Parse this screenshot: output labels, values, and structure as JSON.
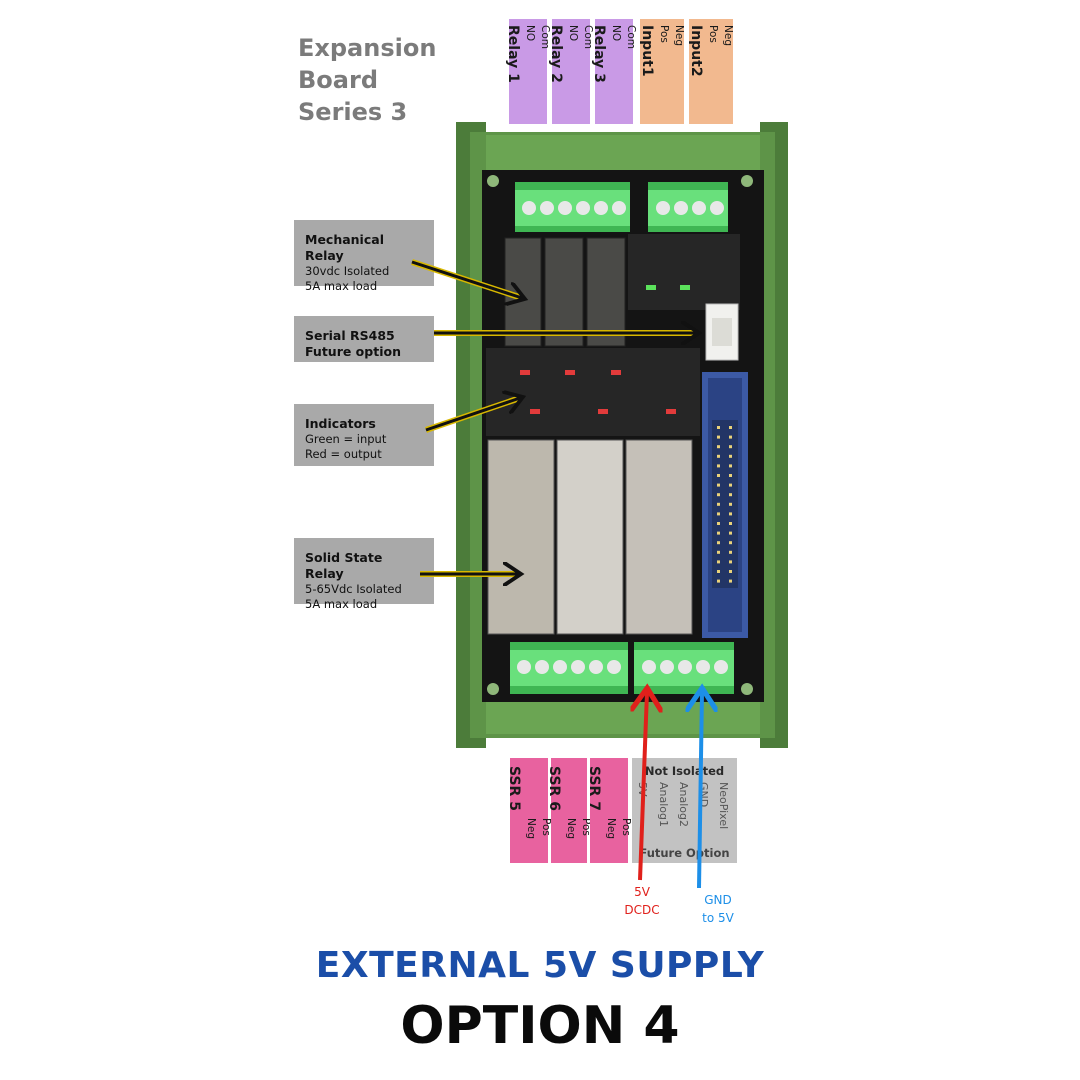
{
  "title_lines": [
    "Expansion",
    "Board",
    "Series 3"
  ],
  "top_terminals": [
    {
      "name": "Relay 1",
      "pins": [
        "NO",
        "Com"
      ],
      "kind": "relay"
    },
    {
      "name": "Relay 2",
      "pins": [
        "NO",
        "Com"
      ],
      "kind": "relay"
    },
    {
      "name": "Relay 3",
      "pins": [
        "NO",
        "Com"
      ],
      "kind": "relay"
    },
    {
      "name": "Input1",
      "pins": [
        "Pos",
        "Neg"
      ],
      "kind": "input"
    },
    {
      "name": "Input2",
      "pins": [
        "Pos",
        "Neg"
      ],
      "kind": "input"
    }
  ],
  "callouts": [
    {
      "heading": "Mechanical Relay",
      "lines": [
        "30vdc Isolated",
        "5A max load"
      ]
    },
    {
      "heading": "Serial RS485",
      "heading2": "Future option",
      "lines": []
    },
    {
      "heading": "Indicators",
      "lines": [
        "Green = input",
        "Red = output"
      ]
    },
    {
      "heading": "Solid State Relay",
      "lines": [
        "5-65Vdc Isolated",
        "5A max load"
      ]
    }
  ],
  "bottom_terminals": [
    {
      "name": "SSR 5",
      "pins": [
        "Neg",
        "Pos"
      ]
    },
    {
      "name": "SSR 6",
      "pins": [
        "Neg",
        "Pos"
      ]
    },
    {
      "name": "SSR 7",
      "pins": [
        "Neg",
        "Pos"
      ]
    }
  ],
  "not_isolated": {
    "title": "Not Isolated",
    "pins": [
      "5V",
      "Analog1",
      "Analog2",
      "GND",
      "NeoPixel"
    ],
    "footer": "Future Option"
  },
  "power_labels": {
    "five_v": [
      "5V",
      "DCDC"
    ],
    "gnd": [
      "GND",
      "to 5V"
    ]
  },
  "colors": {
    "relay_tab": "#c99ae6",
    "input_tab": "#f2b98f",
    "ssr_tab": "#e8629f",
    "board_green": "#5e9448",
    "connector_green": "#69e07c",
    "five_v_wire": "#e0201b",
    "gnd_wire": "#1d8fe8",
    "heading_blue": "#1b4ea8"
  },
  "heading": "EXTERNAL 5V SUPPLY",
  "subheading": "OPTION 4"
}
